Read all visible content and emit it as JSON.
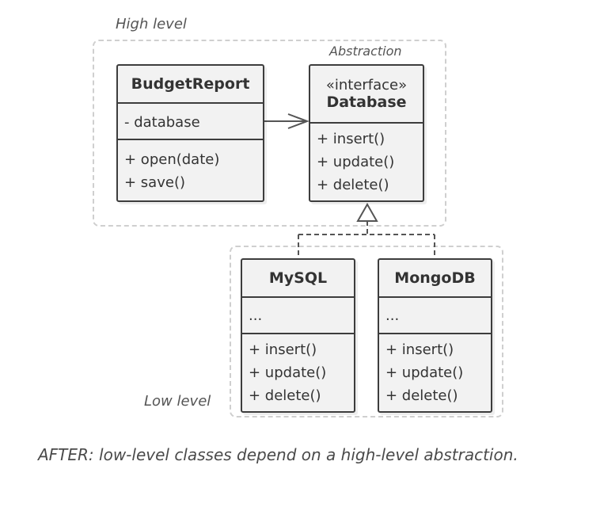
{
  "groups": {
    "high_label": "High level",
    "abstraction_label": "Abstraction",
    "low_label": "Low level"
  },
  "classes": {
    "budget_report": {
      "name": "BudgetReport",
      "fields": [
        "- database"
      ],
      "methods": [
        "+ open(date)",
        "+ save()"
      ]
    },
    "database": {
      "stereotype": "«interface»",
      "name": "Database",
      "methods": [
        "+ insert()",
        "+ update()",
        "+ delete()"
      ]
    },
    "mysql": {
      "name": "MySQL",
      "fields": [
        "..."
      ],
      "methods": [
        "+ insert()",
        "+ update()",
        "+ delete()"
      ]
    },
    "mongodb": {
      "name": "MongoDB",
      "fields": [
        "..."
      ],
      "methods": [
        "+ insert()",
        "+ update()",
        "+ delete()"
      ]
    }
  },
  "caption": "AFTER: low-level classes depend on a high-level abstraction."
}
